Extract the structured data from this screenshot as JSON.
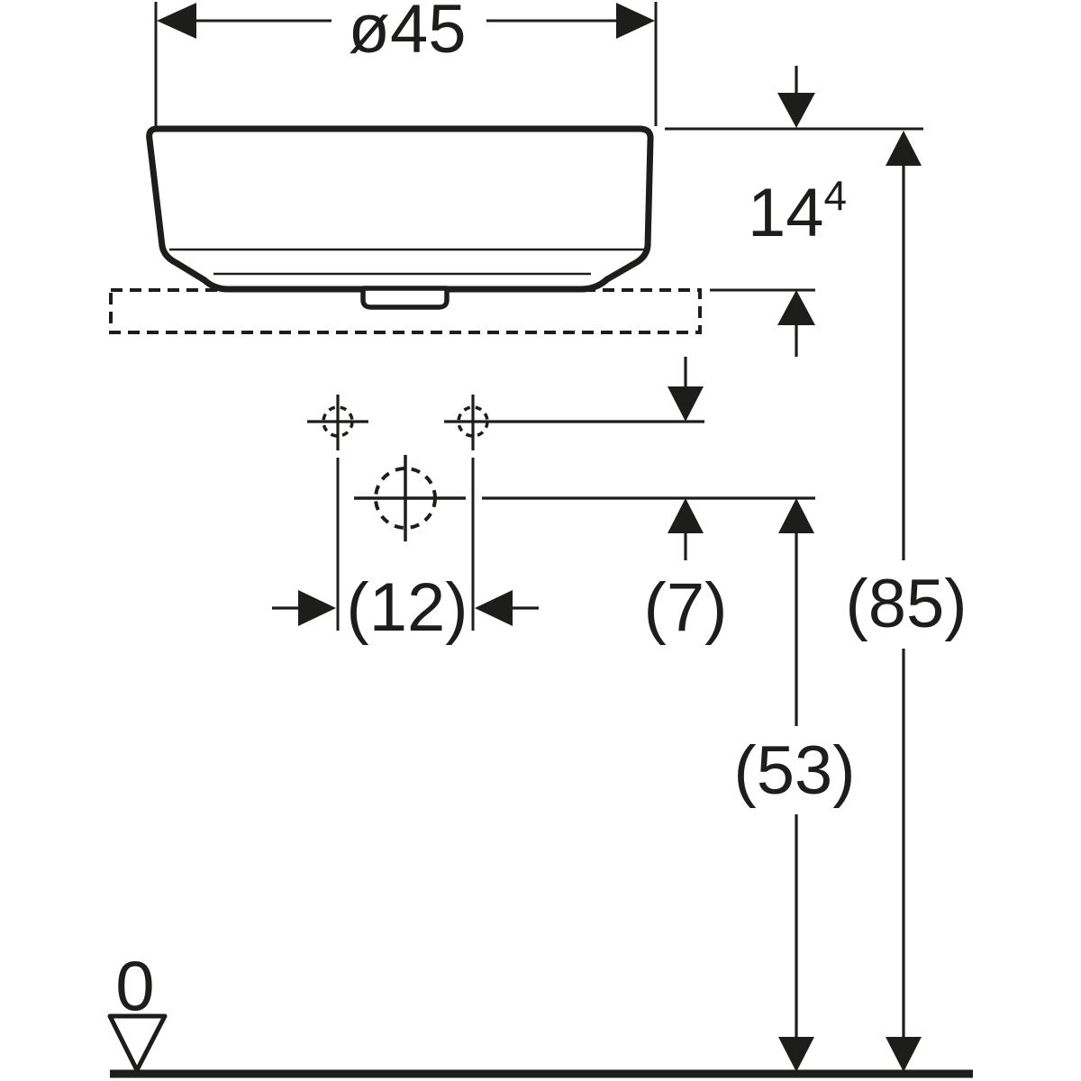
{
  "colors": {
    "ink": "#1d1d1b",
    "background": "#ffffff"
  },
  "diagram": {
    "labels": {
      "width_top": "ø45",
      "basin_height": "14",
      "basin_height_note": "4",
      "taphole_spacing": "(12)",
      "taphole_to_drain": "(7)",
      "total_height": "(85)",
      "drain_height": "(53)",
      "floor_datum": "0"
    }
  }
}
